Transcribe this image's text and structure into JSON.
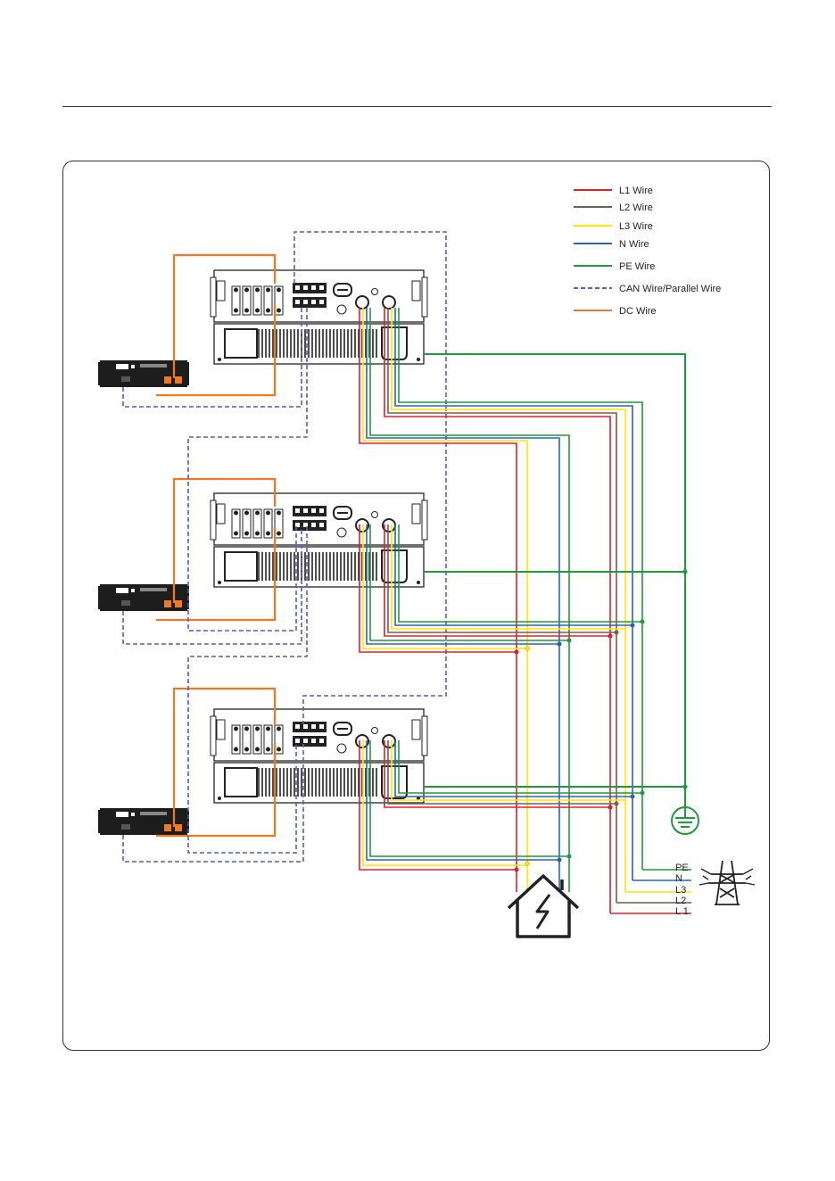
{
  "legend": [
    {
      "label": "L1 Wire",
      "color": "#e0202e",
      "style": "solid"
    },
    {
      "label": "L2 Wire",
      "color": "#7a5c48",
      "style": "solid"
    },
    {
      "label": "L3 Wire",
      "color": "#ffe600",
      "style": "solid"
    },
    {
      "label": "N Wire",
      "color": "#2b63b0",
      "style": "solid"
    },
    {
      "label": "PE Wire",
      "color": "#1f9a3a",
      "style": "solid"
    },
    {
      "label": "CAN Wire/Parallel Wire",
      "color": "#5a5ac8",
      "style": "dashed"
    },
    {
      "label": "DC Wire",
      "color": "#f07a22",
      "style": "solid"
    }
  ],
  "grid_terminals": [
    {
      "label": "PE"
    },
    {
      "label": "N"
    },
    {
      "label": "L3"
    },
    {
      "label": "L2"
    },
    {
      "label": "L 1"
    }
  ],
  "icons": {
    "ground": "ground-icon",
    "house": "house-load-icon",
    "tower": "power-tower-icon",
    "inverter": "inverter-icon",
    "battery": "battery-icon"
  },
  "colors": {
    "l1": "#e0202e",
    "l2": "#7a5c48",
    "l3": "#ffe600",
    "n": "#2b63b0",
    "pe": "#1f9a3a",
    "can": "#5a5ac8",
    "dc": "#f07a22"
  }
}
